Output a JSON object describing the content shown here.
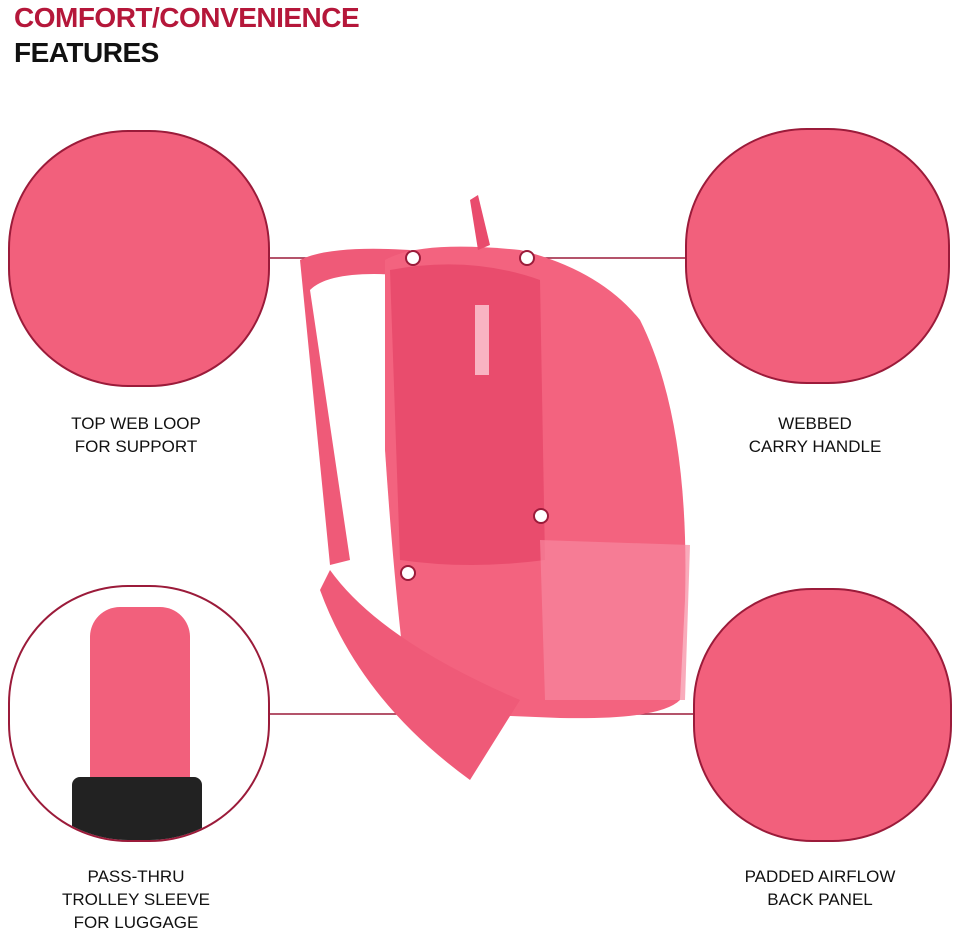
{
  "title": {
    "line1": "COMFORT/CONVENIENCE",
    "line2": "FEATURES"
  },
  "features": [
    {
      "line1": "TOP WEB LOOP",
      "line2": "FOR SUPPORT"
    },
    {
      "line1": "WEBBED",
      "line2": "CARRY HANDLE"
    },
    {
      "line1": "PASS-THRU",
      "line2": "TROLLEY SLEEVE",
      "line3": "FOR LUGGAGE"
    },
    {
      "line1": "PADDED AIRFLOW",
      "line2": "BACK PANEL"
    }
  ],
  "colors": {
    "accent": "#b5173a",
    "outline": "#9b1b3a",
    "product": "#f2607c"
  }
}
